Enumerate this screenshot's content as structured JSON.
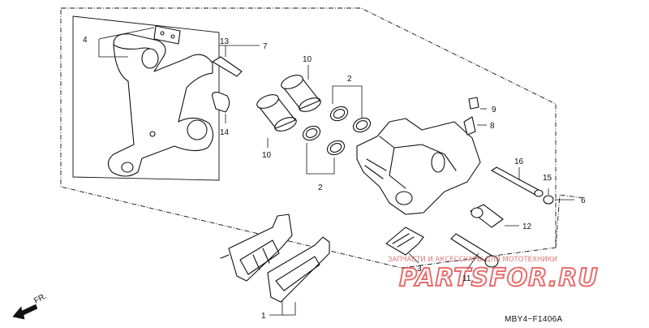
{
  "diagram": {
    "callouts": {
      "pad_set": "1",
      "piston_seal_set": "2",
      "pad_spring": "3",
      "caliper_bracket": "4",
      "caliper_assy": "6",
      "bracket_frame": "7",
      "bleeder_cap": "9",
      "bleeder_screw": "8",
      "piston_large": "10",
      "piston_small": "10",
      "slide_pin_1": "11",
      "slide_pin_2": "12",
      "bolt": "13",
      "boot": "14",
      "pin_boot": "15",
      "pad_pin": "16",
      "seal_set_lower": "2"
    },
    "direction_label": "FR.",
    "part_code": "MBY4−F1406A",
    "watermark_text": "ЗАПЧАСТИ И АКСЕССУАРЫ ДЛЯ МОТОТЕХНИКИ",
    "watermark_logo": "PARTSFOR.RU",
    "colors": {
      "line": "#111111",
      "watermark": "#e03c3c",
      "background": "#ffffff"
    }
  }
}
